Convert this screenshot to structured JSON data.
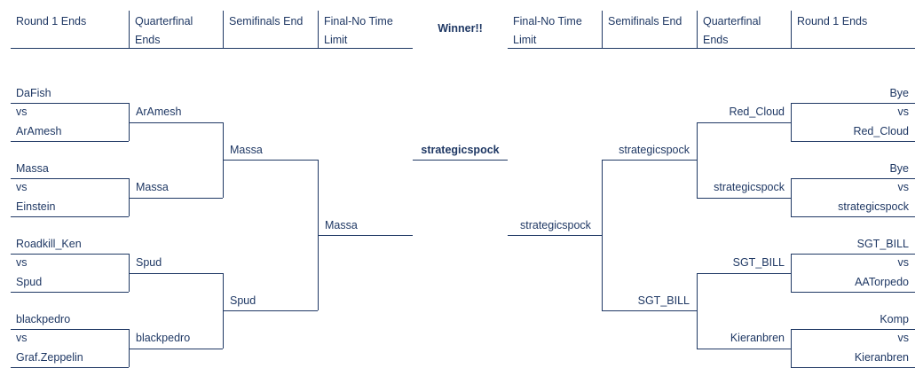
{
  "headers": {
    "left": [
      "Round 1 Ends",
      "Quarterfinal Ends",
      "Semifinals End",
      "Final-No Time Limit"
    ],
    "right": [
      "Final-No Time Limit",
      "Semifinals End",
      "Quarterfinal Ends",
      "Round 1 Ends"
    ],
    "winner_title": "Winner!!"
  },
  "winner": "strategicspock",
  "left": {
    "round1": [
      {
        "top": "DaFish",
        "vs": "vs",
        "bottom": "ArAmesh"
      },
      {
        "top": "Massa",
        "vs": "vs",
        "bottom": "Einstein"
      },
      {
        "top": "Roadkill_Ken",
        "vs": "vs",
        "bottom": "Spud"
      },
      {
        "top": "blackpedro",
        "vs": "vs",
        "bottom": "Graf.Zeppelin"
      }
    ],
    "quarterfinals": [
      "ArAmesh",
      "Massa",
      "Spud",
      "blackpedro"
    ],
    "semifinals": [
      "Massa",
      "Spud"
    ],
    "final": "Massa"
  },
  "right": {
    "round1": [
      {
        "top": "Bye",
        "vs": "vs",
        "bottom": "Red_Cloud"
      },
      {
        "top": "Bye",
        "vs": "vs",
        "bottom": "strategicspock"
      },
      {
        "top": "SGT_BILL",
        "vs": "vs",
        "bottom": "AATorpedo"
      },
      {
        "top": "Komp",
        "vs": "vs",
        "bottom": "Kieranbren"
      }
    ],
    "quarterfinals": [
      "Red_Cloud",
      "strategicspock",
      "SGT_BILL",
      "Kieranbren"
    ],
    "semifinals": [
      "strategicspock",
      "SGT_BILL"
    ],
    "final": "strategicspock"
  }
}
